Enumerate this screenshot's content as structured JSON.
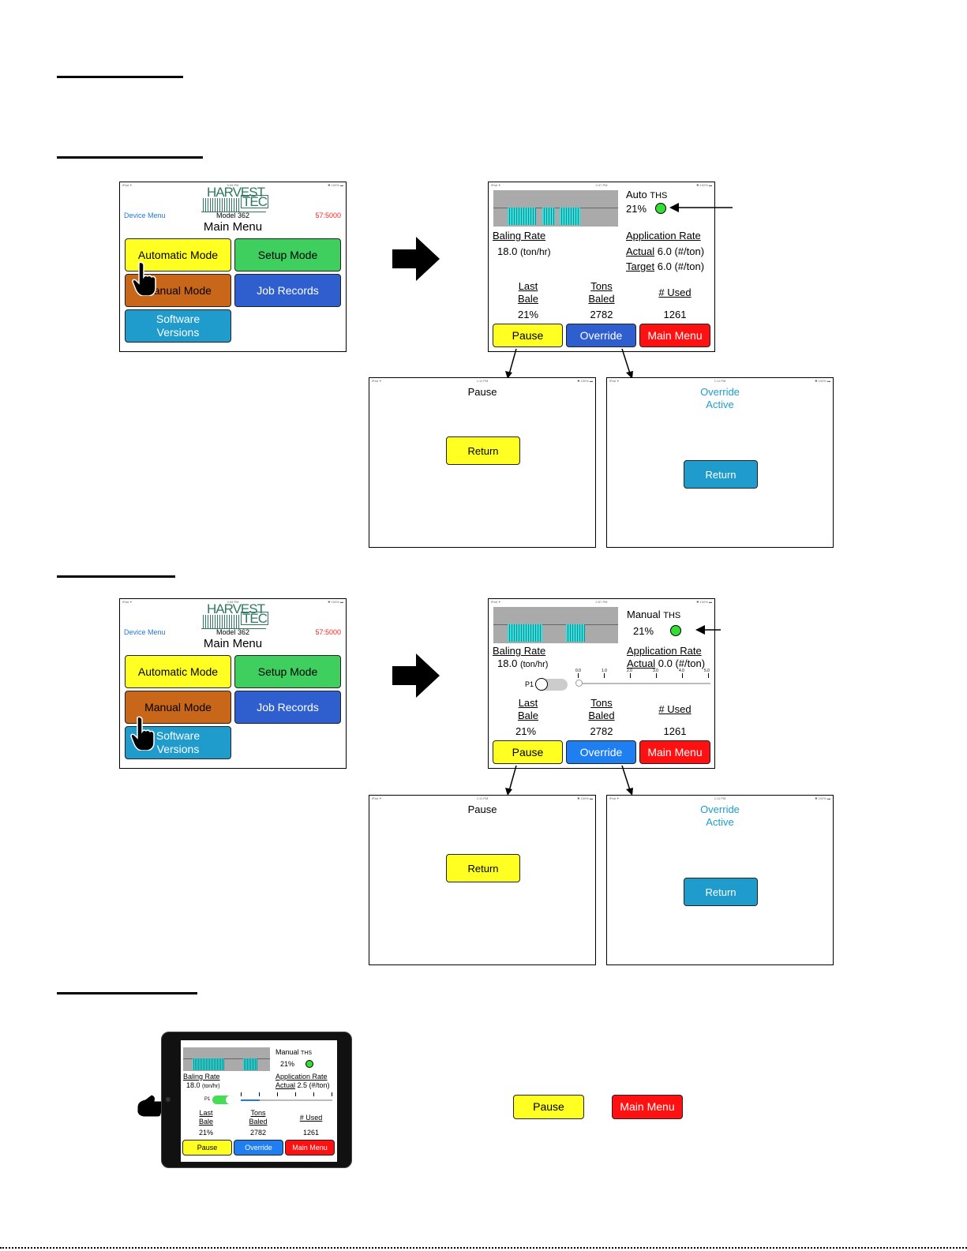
{
  "main_menu": {
    "device_menu": "Device Menu",
    "model": "Model 362",
    "title": "Main Menu",
    "counter": "57:5000",
    "buttons": {
      "automatic": "Automatic Mode",
      "setup": "Setup Mode",
      "manual": "Manual Mode",
      "job_records": "Job Records",
      "software_1": "Software",
      "software_2": "Versions"
    },
    "logo_line1": "HARVEST",
    "logo_line2": "TEC"
  },
  "auto_screen": {
    "mode": "Auto",
    "ths": "THS",
    "percent": "21%",
    "baling_rate_label": "Baling Rate",
    "baling_rate_value": "18.0",
    "baling_rate_unit": "(ton/hr)",
    "application_rate_label": "Application Rate",
    "actual_label": "Actual",
    "actual_value": "6.0 (#/ton)",
    "target_label": "Target",
    "target_value": "6.0 (#/ton)",
    "last_bale_1": "Last",
    "last_bale_2": "Bale",
    "tons_baled_1": "Tons",
    "tons_baled_2": "Baled",
    "used_label": "# Used",
    "last_bale_value": "21%",
    "tons_baled_value": "2782",
    "used_value": "1261",
    "pause": "Pause",
    "override": "Override",
    "main_menu": "Main Menu"
  },
  "manual_screen": {
    "mode": "Manual",
    "ths": "THS",
    "percent": "21%",
    "baling_rate_label": "Baling Rate",
    "baling_rate_value": "18.0",
    "baling_rate_unit": "(ton/hr)",
    "application_rate_label": "Application Rate",
    "actual_label": "Actual",
    "actual_value": "0.0 (#/ton)",
    "p1_label": "P1",
    "slider_ticks": [
      "0.0",
      "1.0",
      "2.0",
      "3.0",
      "4.0",
      "5.0"
    ],
    "last_bale_1": "Last",
    "last_bale_2": "Bale",
    "tons_baled_1": "Tons",
    "tons_baled_2": "Baled",
    "used_label": "# Used",
    "last_bale_value": "21%",
    "tons_baled_value": "2782",
    "used_value": "1261",
    "pause": "Pause",
    "override": "Override",
    "main_menu": "Main Menu"
  },
  "pause_screen": {
    "title": "Pause",
    "return": "Return"
  },
  "override_screen": {
    "title_1": "Override",
    "title_2": "Active",
    "return": "Return"
  },
  "tablet_screen": {
    "mode": "Manual",
    "ths": "THS",
    "percent": "21%",
    "baling_rate_label": "Baling Rate",
    "baling_rate_value": "18.0",
    "baling_rate_unit": "(ton/hr)",
    "application_rate_label": "Application Rate",
    "actual_label": "Actual",
    "actual_value": "2.5 (#/ton)",
    "p1_label": "P1",
    "last_bale_1": "Last",
    "last_bale_2": "Bale",
    "tons_baled_1": "Tons",
    "tons_baled_2": "Baled",
    "used_label": "# Used",
    "last_bale_value": "21%",
    "tons_baled_value": "2782",
    "used_value": "1261",
    "pause": "Pause",
    "override": "Override",
    "main_menu": "Main Menu"
  },
  "standalone_buttons": {
    "pause": "Pause",
    "main_menu": "Main Menu"
  },
  "colors": {
    "yellow": "#ffff22",
    "green": "#3fcf5f",
    "orange": "#c8661a",
    "blue": "#2f5fcf",
    "teal": "#1f9ccc",
    "red": "#ff1111",
    "override_text": "#1f9ccc",
    "counter_red": "#ff2222",
    "device_menu_blue": "#2277dd",
    "indicator_green": "#33dd33",
    "chart_cyan": "#33e0e0"
  },
  "icons": [
    "pointing-hand-icon",
    "right-arrow-icon",
    "indicator-dot-icon"
  ]
}
